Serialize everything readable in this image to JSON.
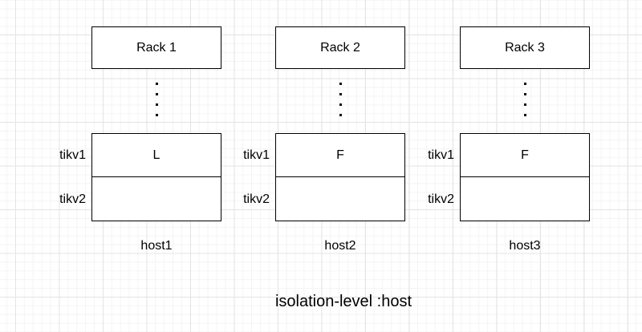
{
  "diagram": {
    "caption": "isolation-level :host",
    "racks": [
      {
        "label": "Rack 1"
      },
      {
        "label": "Rack 2"
      },
      {
        "label": "Rack 3"
      }
    ],
    "hosts": [
      {
        "label": "host1",
        "rows": [
          {
            "side_label": "tikv1",
            "value": "L"
          },
          {
            "side_label": "tikv2",
            "value": ""
          }
        ]
      },
      {
        "label": "host2",
        "rows": [
          {
            "side_label": "tikv1",
            "value": "F"
          },
          {
            "side_label": "tikv2",
            "value": ""
          }
        ]
      },
      {
        "label": "host3",
        "rows": [
          {
            "side_label": "tikv1",
            "value": "F"
          },
          {
            "side_label": "tikv2",
            "value": ""
          }
        ]
      }
    ],
    "colors": {
      "stroke": "#000000",
      "fill": "#ffffff",
      "grid_minor": "#f4f4f4",
      "grid_major": "#e4e4e4"
    }
  }
}
